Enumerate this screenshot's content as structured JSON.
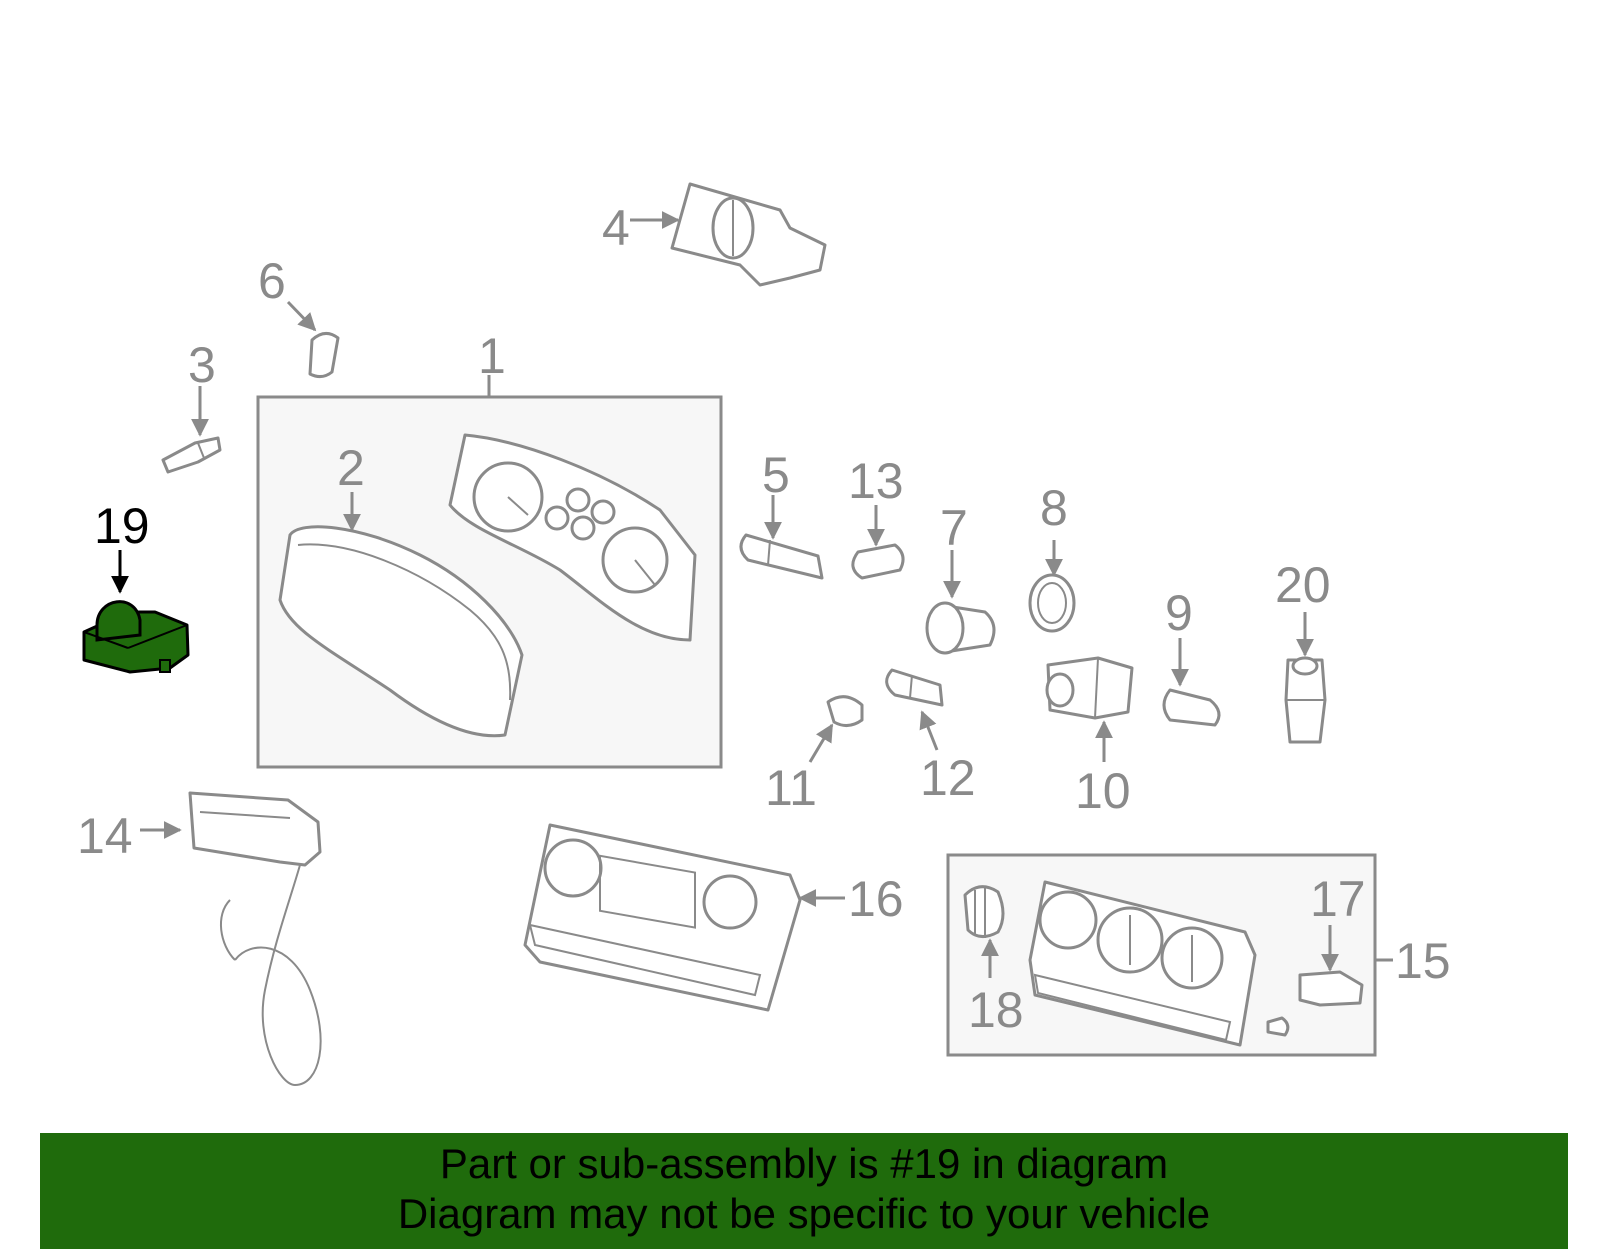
{
  "diagram": {
    "highlight_color": "#1f6b0c",
    "line_color": "#8a8a8a",
    "callouts": [
      "1",
      "2",
      "3",
      "4",
      "5",
      "6",
      "7",
      "8",
      "9",
      "10",
      "11",
      "12",
      "13",
      "14",
      "15",
      "16",
      "17",
      "18",
      "19",
      "20"
    ],
    "highlighted_callout": "19"
  },
  "banner": {
    "background": "#1f6b0c",
    "line1": "Part or sub-assembly is #19 in diagram",
    "line2": "Diagram may not be specific to your vehicle"
  }
}
